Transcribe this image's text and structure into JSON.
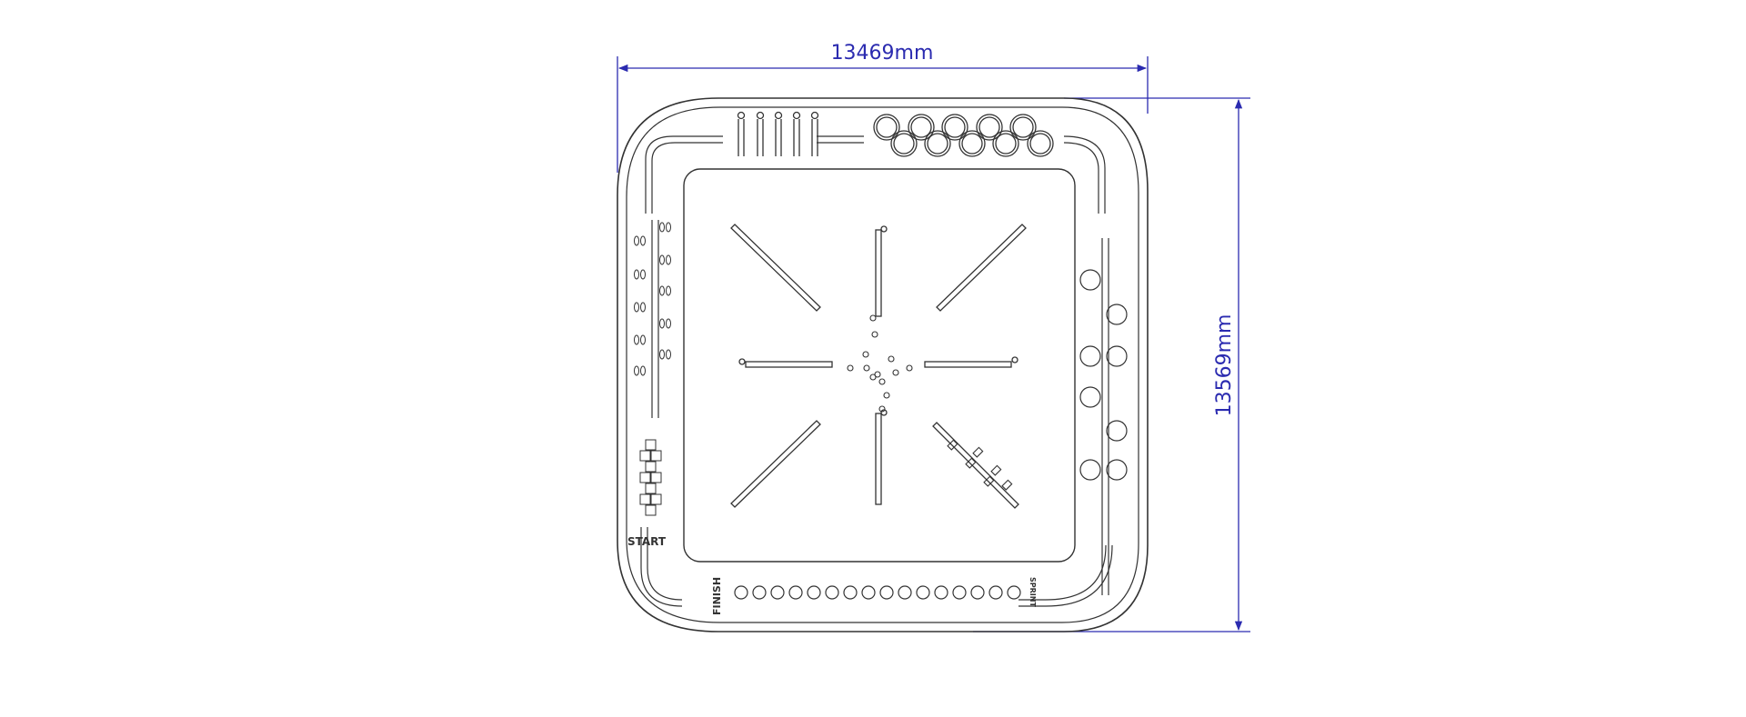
{
  "dimensions": {
    "width_label": "13469mm",
    "height_label": "13569mm"
  },
  "track_labels": {
    "start": "START",
    "finish": "FINISH",
    "sprint": "SPRINT"
  },
  "colors": {
    "dimension": "#2b2bb0",
    "outline": "#333333"
  }
}
